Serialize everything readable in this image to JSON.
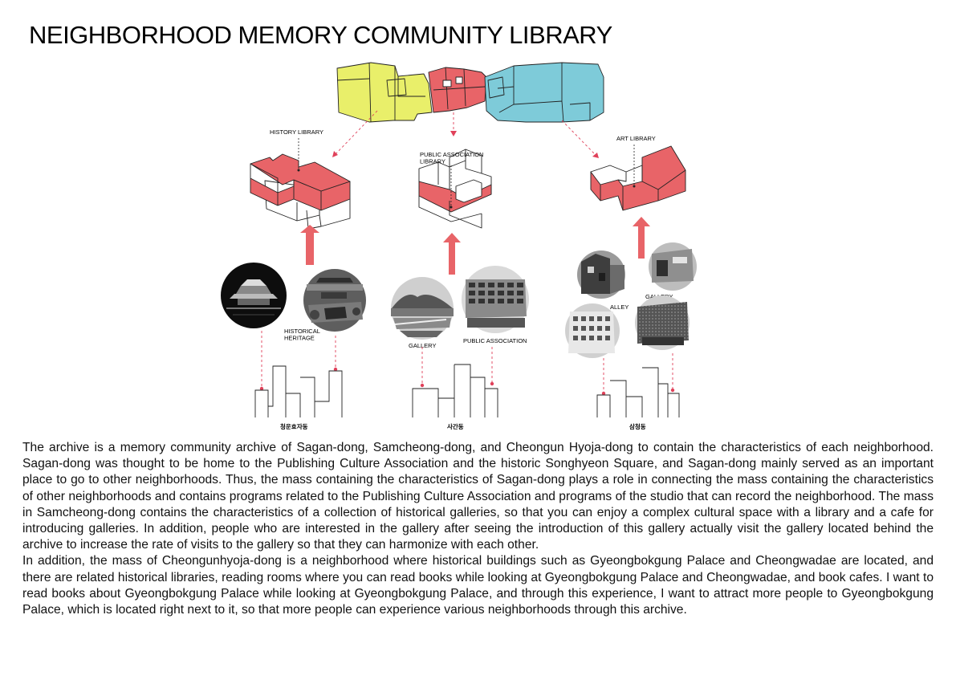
{
  "title": "NEIGHBORHOOD MEMORY COMMUNITY LIBRARY",
  "colors": {
    "yellow": "#e9ef6a",
    "red": "#e86468",
    "cyan": "#7ecbd9",
    "line": "#222222",
    "accent_dash": "#e0415a"
  },
  "libraries": {
    "history": "HISTORY LIBRARY",
    "public_association": "PUBLIC ASSOCIATION\nLIBRARY",
    "art": "ART LIBRARY"
  },
  "photo_labels": {
    "historical_heritage": "HISTORICAL\nHERITAGE",
    "gallery_center": "GALLERY",
    "public_association": "PUBLIC ASSOCIATION",
    "alley": "ALLEY",
    "gallery_right": "GALLERY"
  },
  "neighborhoods": {
    "left": "청운효자동",
    "center": "사간동",
    "right": "삼청동"
  },
  "description": [
    "The archive is a memory community archive of Sagan-dong, Samcheong-dong, and Cheongun Hyoja-dong to contain the characteristics of each neighborhood. Sagan-dong was thought to be home to the Publishing Culture Association and the historic Songhyeon Square, and Sagan-dong mainly served as an important place to go to other neighborhoods. Thus, the mass containing the characteristics of Sagan-dong plays a role in connecting the mass containing the characteristics of other neighborhoods and contains programs related to the Publishing Culture Association and programs of the studio that can record the neighborhood. The mass in Samcheong-dong contains the characteristics of a collection of historical galleries, so that you can enjoy a complex cultural space with a library and a cafe for introducing galleries. In addition, people who are interested in the gallery after seeing the introduction of this gallery actually visit the gallery located behind the archive to increase the rate of visits to the gallery so that they can harmonize with each other.",
    "In addition, the mass of Cheongunhyoja-dong is a neighborhood where historical buildings such as Gyeongbokgung Palace and Cheongwadae are located, and there are related historical libraries, reading rooms where you can read books while looking at Gyeongbokgung Palace and Cheongwadae, and book cafes. I want to read books about Gyeongbokgung Palace while looking at Gyeongbokgung Palace, and through this experience, I want to attract more people to Gyeongbokgung Palace, which is located right next to it, so that more people can experience various neighborhoods through this archive."
  ]
}
